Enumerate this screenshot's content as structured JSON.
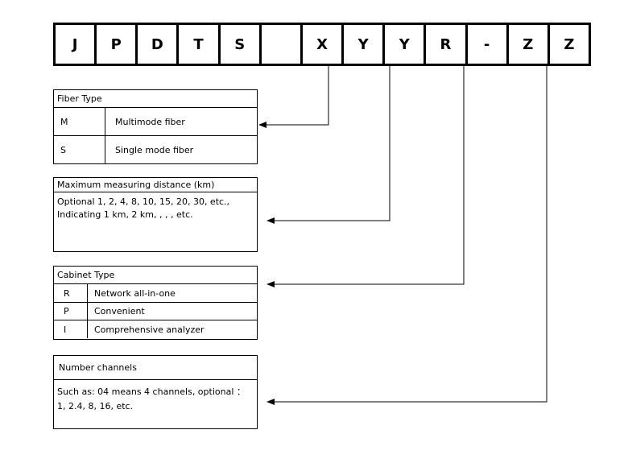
{
  "code_letters": [
    "J",
    "P",
    "D",
    "T",
    "S",
    "",
    "X",
    "Y",
    "Y",
    "R",
    "-",
    "Z",
    "Z"
  ],
  "fiber_type": {
    "title": "Fiber Type",
    "rows": [
      {
        "code": "M",
        "desc": "Multimode fiber"
      },
      {
        "code": "S",
        "desc": "Single mode fiber"
      }
    ]
  },
  "max_distance": {
    "title": "Maximum measuring distance (km)",
    "line1": "Optional 1, 2, 4, 8, 10, 15, 20, 30, etc.,",
    "line2": "Indicating 1 km, 2 km, , , , etc."
  },
  "cabinet_type": {
    "title": "Cabinet Type",
    "rows": [
      {
        "code": "R",
        "desc": "Network all-in-one"
      },
      {
        "code": "P",
        "desc": "Convenient"
      },
      {
        "code": "I",
        "desc": "Comprehensive analyzer"
      }
    ]
  },
  "channels": {
    "title": "Number  channels",
    "line1": "Such as: 04 means 4 channels, optional ：",
    "line2": "1, 2.4, 8, 16, etc."
  }
}
